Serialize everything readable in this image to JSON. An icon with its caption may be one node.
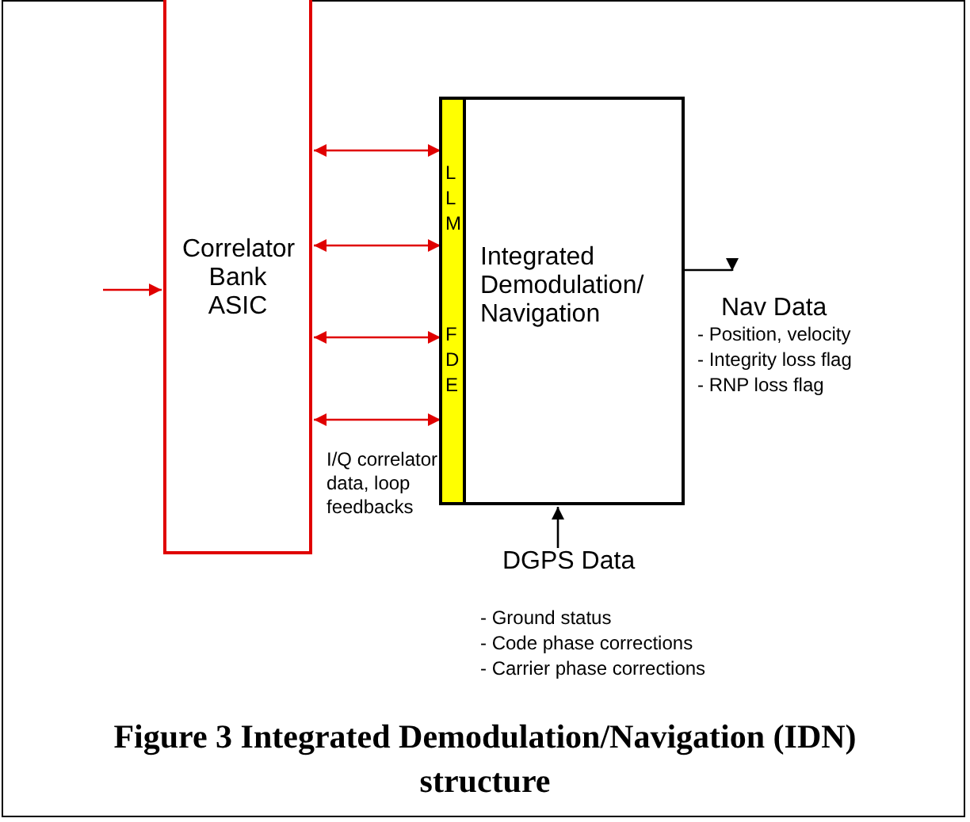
{
  "diagram": {
    "caption": "Figure 3 Integrated Demodulation/Navigation (IDN) structure",
    "nodes": [
      {
        "text": [
          "Correlator Bank ASIC"
        ]
      },
      {
        "text": [
          "Integrated Demodulation/ Navigation"
        ]
      },
      {
        "text": [
          "LLM",
          "FDE"
        ],
        "in": 1
      },
      {
        "text": [
          "Nav Data",
          "- Position, velocity",
          "- Integrity loss flag",
          "- RNP loss flag"
        ]
      },
      {
        "text": [
          "DGPS Data",
          "- Ground status",
          "- Code phase corrections",
          "- Carrier phase corrections"
        ]
      }
    ],
    "edges": [
      {
        "from": null,
        "to": 0,
        "arrow": "to"
      },
      {
        "from": 0,
        "to": 2,
        "arrow": "both"
      },
      {
        "from": 0,
        "to": 2,
        "arrow": "both"
      },
      {
        "from": 0,
        "to": 2,
        "arrow": "both"
      },
      {
        "from": 0,
        "to": 2,
        "arrow": "both"
      },
      {
        "from": 1,
        "to": 3,
        "arrow": "to",
        "color": "#000000"
      },
      {
        "from": 4,
        "to": 1,
        "arrow": "to",
        "color": "#000000"
      }
    ],
    "labels": [
      "I/Q correlator data, loop feedbacks"
    ]
  }
}
